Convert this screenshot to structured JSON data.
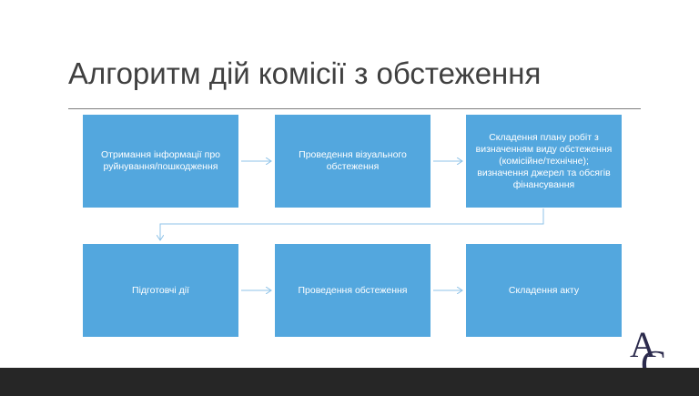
{
  "slide": {
    "title": "Алгоритм дій комісії з обстеження"
  },
  "steps": [
    {
      "label": "Отримання інформації про руйнування/пошкодження"
    },
    {
      "label": "Проведення візуального обстеження"
    },
    {
      "label": "Складення плану робіт з визначенням виду обстеження (комісійне/технічне); визначення джерел та обсягів фінансування"
    },
    {
      "label": "Підготовчі дії"
    },
    {
      "label": "Проведення обстеження"
    },
    {
      "label": "Складення акту"
    }
  ],
  "logo": {
    "text": "AC"
  },
  "colors": {
    "box": "#53a7de",
    "connector": "#8fc3e8",
    "title": "#404040",
    "footer": "#262626"
  }
}
